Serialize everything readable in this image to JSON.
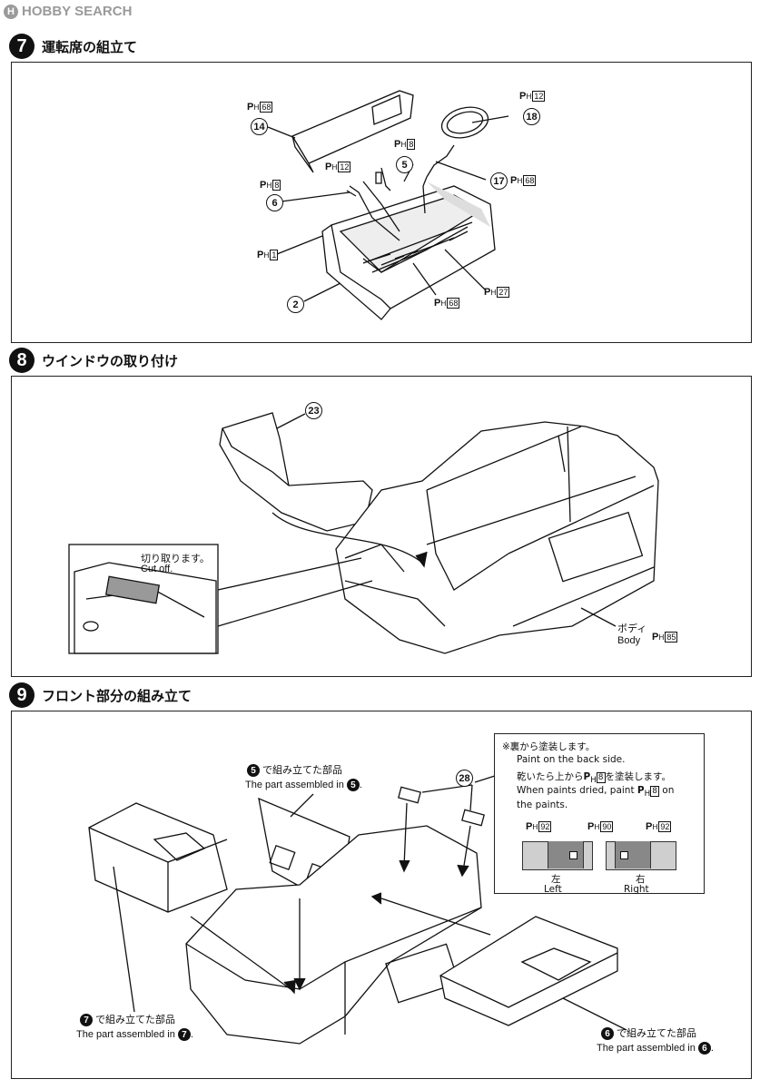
{
  "logo": {
    "icon": "H",
    "text": "HOBBY SEARCH"
  },
  "steps": [
    {
      "number": "7",
      "title": "運転席の組立て"
    },
    {
      "number": "8",
      "title": "ウインドウの取り付け"
    },
    {
      "number": "9",
      "title": "フロント部分の組み立て"
    }
  ],
  "step7": {
    "parts": [
      "14",
      "5",
      "6",
      "18",
      "17",
      "2"
    ],
    "paint": {
      "p14": "68",
      "p5": "8",
      "p5b": "12",
      "p6": "8",
      "p18": "12",
      "p17": "68",
      "pbody": "1",
      "pseat": "68",
      "pfloor": "27"
    },
    "ph_prefix": "P",
    "ph_sub": "H"
  },
  "step8": {
    "part": "23",
    "cutoff_jp": "切り取ります。",
    "cutoff_en": "Cut off.",
    "body_jp": "ボディ",
    "body_en": "Body",
    "body_paint": "85"
  },
  "step9": {
    "part": "28",
    "ref5_num": "5",
    "ref5_jp": "で組み立てた部品",
    "ref5_en": "The part assembled in",
    "ref7_num": "7",
    "ref7_jp": "で組み立てた部品",
    "ref7_en": "The part assembled in",
    "ref6_num": "6",
    "ref6_jp": "で組み立てた部品",
    "ref6_en": "The part assembled in",
    "note_line1": "※裏から塗装します。",
    "note_line2": "Paint on the back side.",
    "note_line3a": "乾いたら上から",
    "note_line3_paint": "8",
    "note_line3b": "を塗装します。",
    "note_line4a": "When paints dried, paint",
    "note_line4_paint": "8",
    "note_line4b": "on",
    "note_line5": "the paints.",
    "swatch_paints": [
      "92",
      "90",
      "92"
    ],
    "left_jp": "左",
    "left_en": "Left",
    "right_jp": "右",
    "right_en": "Right"
  }
}
